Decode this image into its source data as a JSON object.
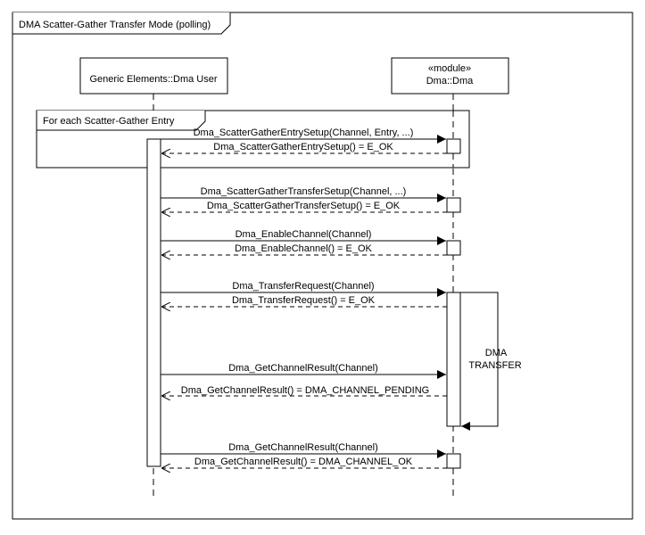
{
  "frame": {
    "title": "DMA Scatter-Gather Transfer Mode (polling)"
  },
  "lifelines": {
    "user": {
      "label": "Generic Elements::Dma User"
    },
    "dma": {
      "stereotype": "«module»",
      "label": "Dma::Dma"
    }
  },
  "loop_fragment": {
    "label": "For each Scatter-Gather Entry"
  },
  "messages": [
    {
      "label": "Dma_ScatterGatherEntrySetup(Channel, Entry, ...)",
      "kind": "call"
    },
    {
      "label": "Dma_ScatterGatherEntrySetup() = E_OK",
      "kind": "return"
    },
    {
      "label": "Dma_ScatterGatherTransferSetup(Channel, ...)",
      "kind": "call"
    },
    {
      "label": "Dma_ScatterGatherTransferSetup() = E_OK",
      "kind": "return"
    },
    {
      "label": "Dma_EnableChannel(Channel)",
      "kind": "call"
    },
    {
      "label": "Dma_EnableChannel() = E_OK",
      "kind": "return"
    },
    {
      "label": "Dma_TransferRequest(Channel)",
      "kind": "call"
    },
    {
      "label": "Dma_TransferRequest() = E_OK",
      "kind": "return"
    },
    {
      "label": "Dma_GetChannelResult(Channel)",
      "kind": "call"
    },
    {
      "label": "Dma_GetChannelResult() = DMA_CHANNEL_PENDING",
      "kind": "return"
    },
    {
      "label": "Dma_GetChannelResult(Channel)",
      "kind": "call"
    },
    {
      "label": "Dma_GetChannelResult() = DMA_CHANNEL_OK",
      "kind": "return"
    }
  ],
  "self_message": {
    "line1": "DMA",
    "line2": "TRANSFER"
  }
}
